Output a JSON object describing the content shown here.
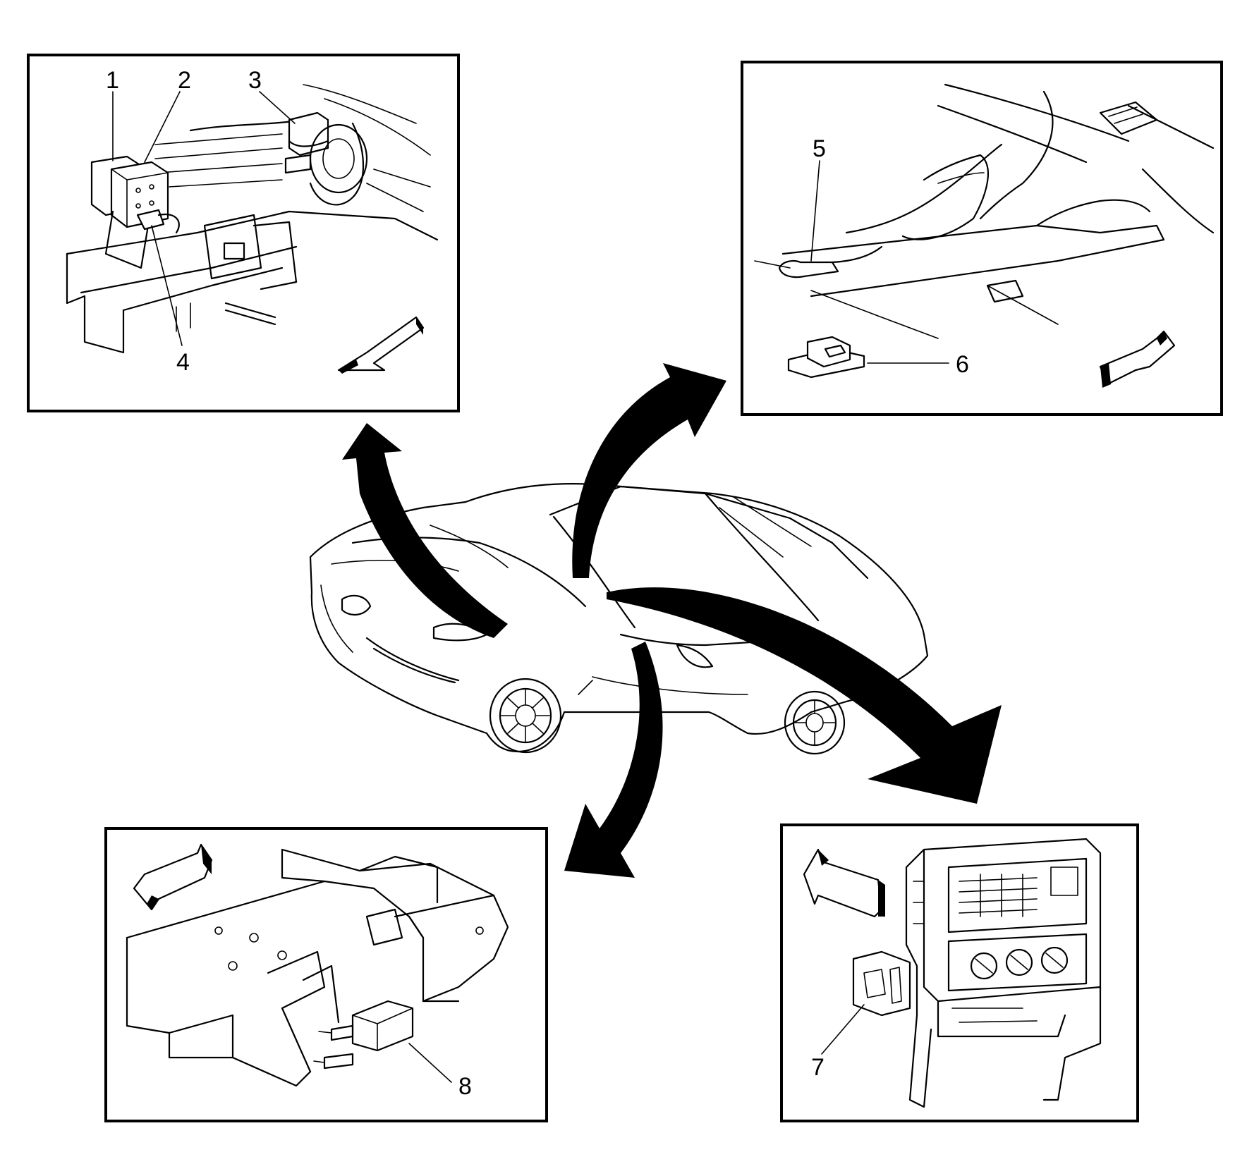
{
  "callouts": {
    "c1": "1",
    "c2": "2",
    "c3": "3",
    "c4": "4",
    "c5": "5",
    "c6": "6",
    "c7": "7",
    "c8": "8"
  },
  "colors": {
    "line": "#000000",
    "background": "#ffffff"
  },
  "icons": [
    "front-direction-arrow-icon",
    "curved-pointer-arrow-icon"
  ]
}
